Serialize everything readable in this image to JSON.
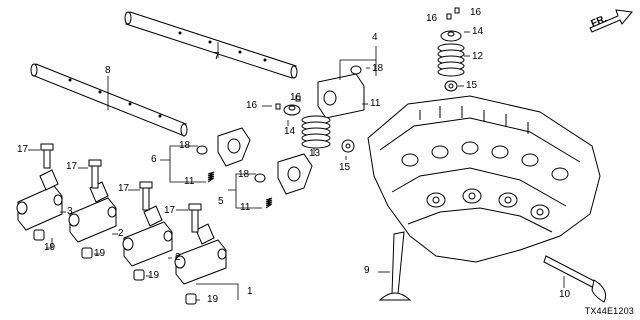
{
  "diagram": {
    "drawing_code": "TX44E1203",
    "direction_label": "FR.",
    "callouts": {
      "c1": "1",
      "c2a": "2",
      "c2b": "2",
      "c3": "3",
      "c4": "4",
      "c5": "5",
      "c6": "6",
      "c7": "7",
      "c8": "8",
      "c9": "9",
      "c10": "10",
      "c11a": "11",
      "c11b": "11",
      "c12": "12",
      "c13": "13",
      "c14a": "14",
      "c14b": "14",
      "c15a": "15",
      "c15b": "15",
      "c16a": "16",
      "c16b": "16",
      "c16c": "16",
      "c17a": "17",
      "c17b": "17",
      "c17c": "17",
      "c17d": "17",
      "c18a": "18",
      "c18b": "18",
      "c18c": "18",
      "c19a": "19",
      "c19b": "19",
      "c19c": "19",
      "c19d": "19"
    }
  }
}
